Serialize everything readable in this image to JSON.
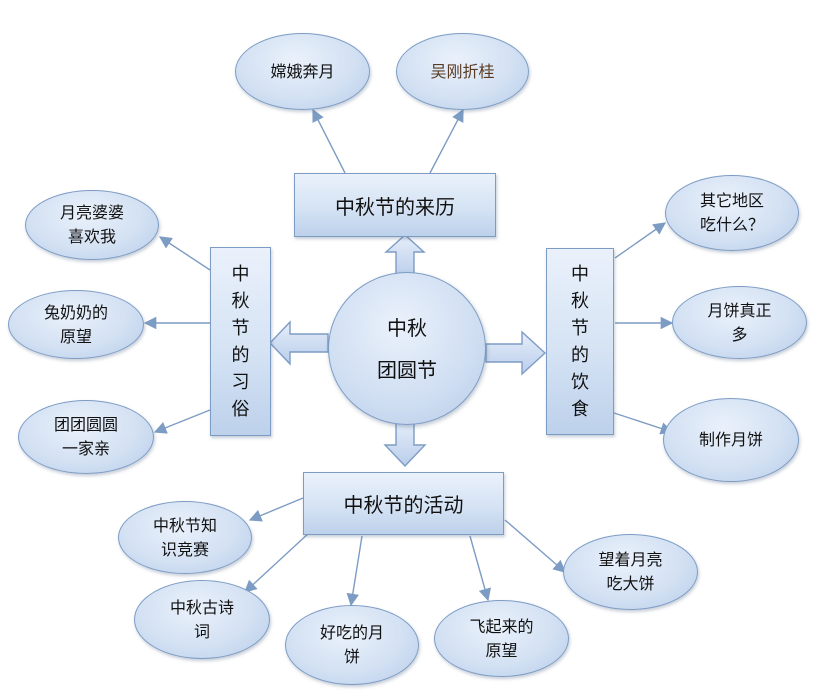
{
  "center": {
    "label": "中秋\n团圆节"
  },
  "branches": {
    "origin": {
      "label": "中秋节的来历",
      "children": [
        "嫦娥奔月",
        "吴刚折桂"
      ]
    },
    "customs": {
      "label": "中秋节的习俗",
      "children": [
        "月亮婆婆\n喜欢我",
        "兔奶奶的\n原望",
        "团团圆圆\n一家亲"
      ]
    },
    "food": {
      "label": "中秋节的饮食",
      "children": [
        "其它地区\n吃什么？",
        "月饼真正\n多",
        "制作月饼"
      ]
    },
    "activities": {
      "label": "中秋节的活动",
      "children": [
        "中秋节知\n识竞赛",
        "中秋古诗\n词",
        "好吃的月\n饼",
        "飞起来的\n原望",
        "望着月亮\n吃大饼"
      ]
    }
  },
  "colors": {
    "node_border": "#7d9cc4",
    "node_fill_light": "#eaf1fb",
    "node_fill_dark": "#b7cce9",
    "connector": "#7d9cc4"
  }
}
